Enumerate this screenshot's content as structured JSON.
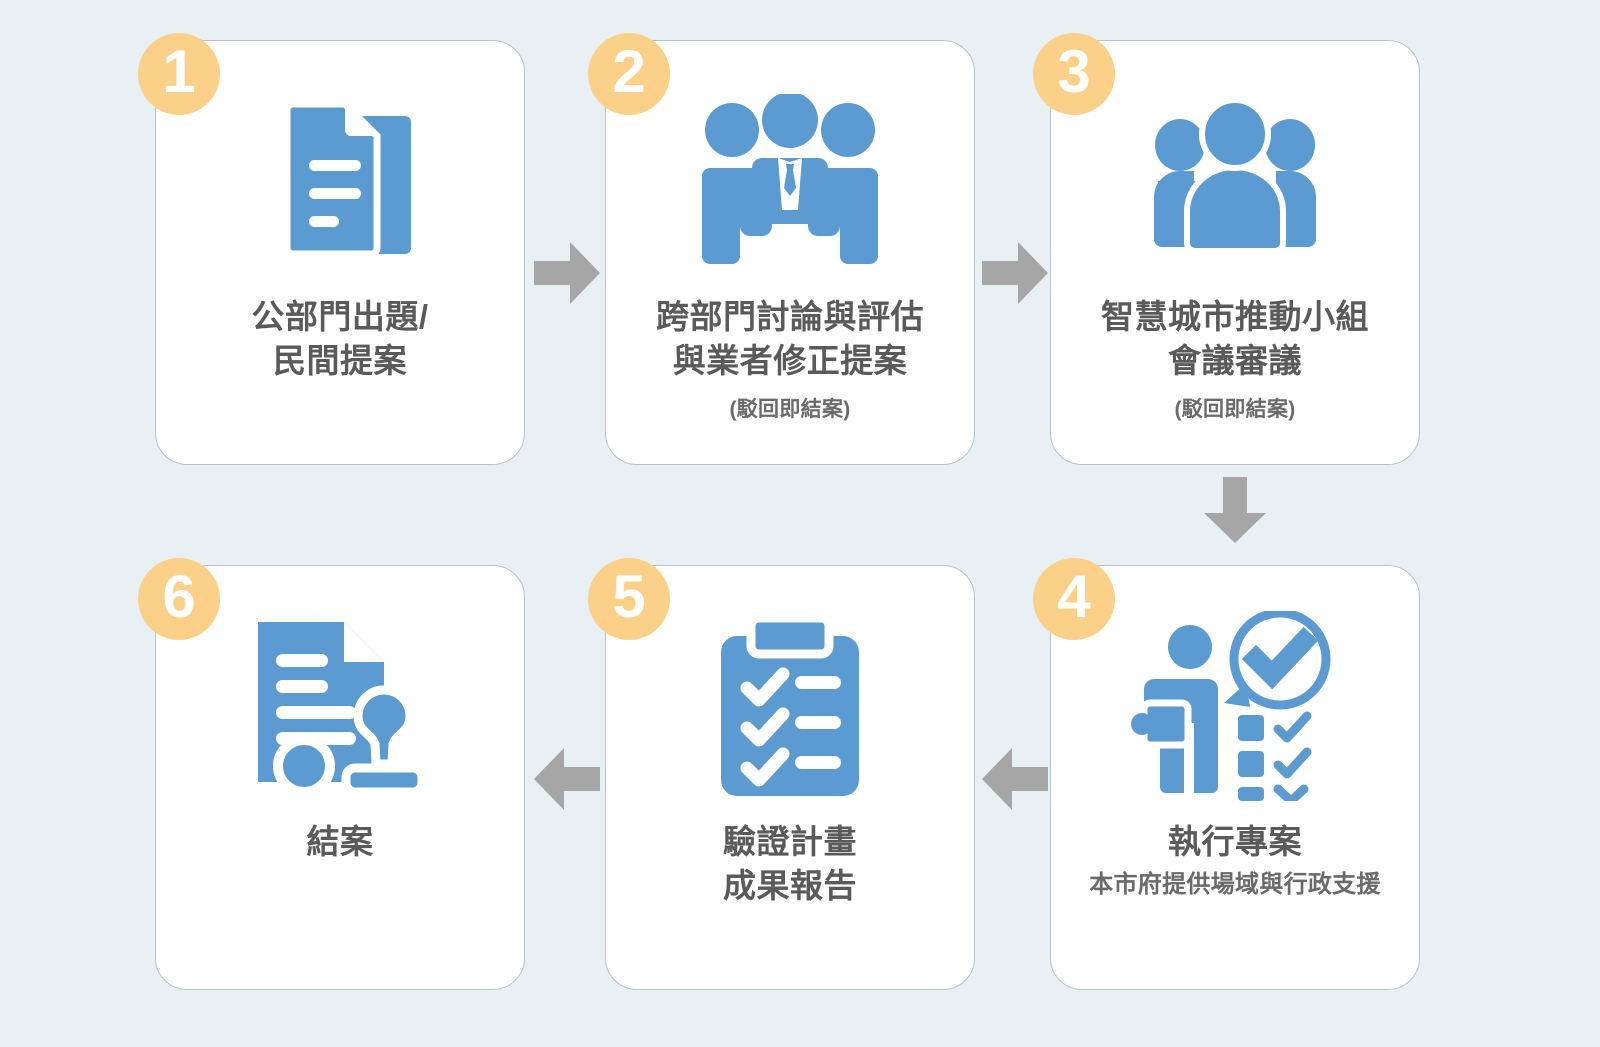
{
  "theme": {
    "background": "#e9f0f3",
    "card_background": "#ffffff",
    "card_border": "#b9c3c8",
    "badge_color": "#fbd189",
    "badge_text_color": "#ffffff",
    "icon_blue": "#5b9bd1",
    "text_color": "#5a5a5a",
    "arrow_color": "#a6a6a6"
  },
  "steps": [
    {
      "number": "1",
      "icon": "documents-icon",
      "title": "公部門出題/\n民間提案",
      "note": ""
    },
    {
      "number": "2",
      "icon": "meeting-people-icon",
      "title": "跨部門討論與評估\n與業者修正提案",
      "note": "(駁回即結案)"
    },
    {
      "number": "3",
      "icon": "group-people-icon",
      "title": "智慧城市推動小組\n會議審議",
      "note": "(駁回即結案)"
    },
    {
      "number": "4",
      "icon": "person-checklist-icon",
      "title": "執行專案",
      "note": "本市府提供場域與行政支援"
    },
    {
      "number": "5",
      "icon": "clipboard-checklist-icon",
      "title": "驗證計畫\n成果報告",
      "note": ""
    },
    {
      "number": "6",
      "icon": "document-stamp-icon",
      "title": "結案",
      "note": ""
    }
  ],
  "arrows": [
    {
      "name": "arrow-step1-to-step2",
      "direction": "right"
    },
    {
      "name": "arrow-step2-to-step3",
      "direction": "right"
    },
    {
      "name": "arrow-step3-to-step4",
      "direction": "down"
    },
    {
      "name": "arrow-step4-to-step5",
      "direction": "left"
    },
    {
      "name": "arrow-step5-to-step6",
      "direction": "left"
    }
  ]
}
